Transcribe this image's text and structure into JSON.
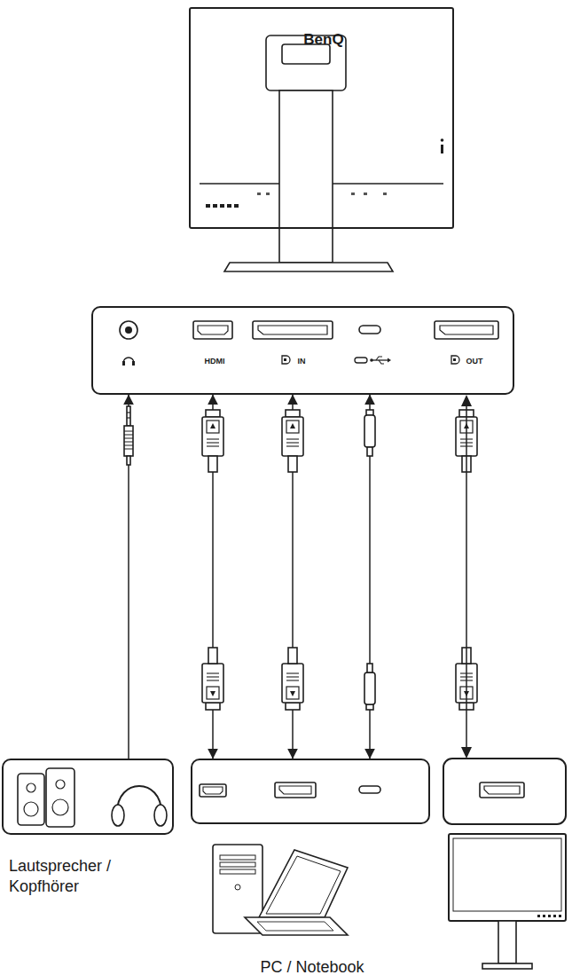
{
  "diagram": {
    "nodes": [
      {
        "text": [
          "BenQ"
        ]
      },
      {
        "text": [
          "HDMI",
          "IN",
          "OUT"
        ]
      },
      {
        "text": [
          "Lautsprecher / Kopfhörer"
        ]
      },
      {
        "text": [
          "PC / Notebook"
        ]
      }
    ],
    "edges": [
      {
        "from": 2,
        "to": 1,
        "arrow": "to"
      },
      {
        "from": 1,
        "to": 3,
        "arrow": "both"
      },
      {
        "from": 1,
        "to": 3,
        "arrow": "both"
      },
      {
        "from": 1,
        "to": 3,
        "arrow": "both"
      }
    ]
  }
}
